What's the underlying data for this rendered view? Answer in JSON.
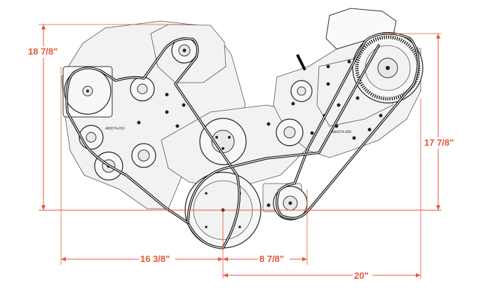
{
  "dimensions": {
    "height_left": "18 7/8\"",
    "height_right": "17 7/8\"",
    "width_left": "16 3/8\"",
    "width_center": "8 7/8\"",
    "width_total": "20\""
  },
  "part_labels": {
    "left_bracket": "A8007A-016",
    "right_bracket": "A8007A-008"
  },
  "colors": {
    "dimension": "#e8563a",
    "belt": "#111111",
    "line_art": "#333333"
  }
}
